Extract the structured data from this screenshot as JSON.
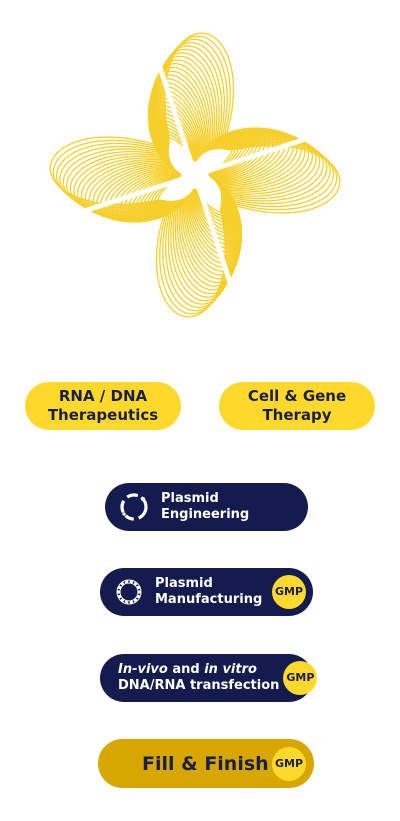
{
  "colors": {
    "brand_yellow": "#fed92c",
    "brand_navy": "#141c4f",
    "brand_gold": "#d7a700",
    "logo_stroke": "#f6cf2a"
  },
  "logo": {
    "icon": "four-petal-wave-logo"
  },
  "categories": [
    {
      "line1": "RNA / DNA",
      "line2": "Therapeutics"
    },
    {
      "line1": "Cell & Gene",
      "line2": "Therapy"
    }
  ],
  "steps": {
    "plasmid_engineering": {
      "icon": "plasmid-ring-icon",
      "line1": "Plasmid",
      "line2": "Engineering"
    },
    "plasmid_manufacturing": {
      "icon": "plasmid-beaded-ring-icon",
      "line1": "Plasmid",
      "line2": "Manufacturing",
      "badge": "GMP"
    },
    "transfection": {
      "in_vivo": "In-vivo",
      "and": " and ",
      "in_vitro": "in vitro",
      "line2": "DNA/RNA transfection",
      "badge": "GMP"
    },
    "fill_finish": {
      "label": "Fill & Finish",
      "badge": "GMP"
    }
  }
}
